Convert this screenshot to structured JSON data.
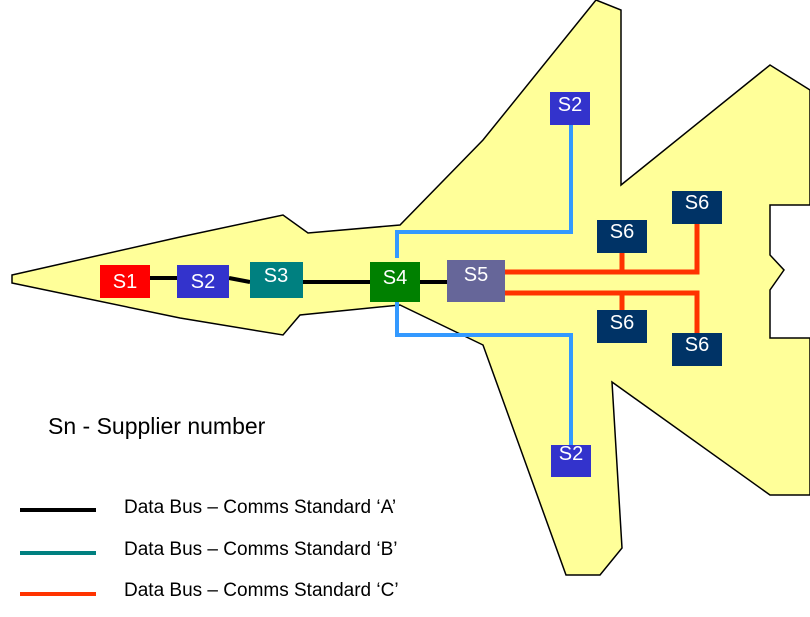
{
  "colors": {
    "fuselage_fill": "#FFFF99",
    "fuselage_stroke": "#000000",
    "bus_a": "#000000",
    "bus_b": "#008080",
    "bus_c": "#FF3300",
    "bus_blue": "#3399FF",
    "s1": "#FF0000",
    "s2": "#3333CC",
    "s3": "#008080",
    "s4": "#008000",
    "s5": "#666699",
    "s6": "#003366"
  },
  "suppliers": {
    "s1": "S1",
    "s2_nose": "S2",
    "s3": "S3",
    "s4": "S4",
    "s5": "S5",
    "s2_top": "S2",
    "s2_bottom": "S2",
    "s6_upper_inner": "S6",
    "s6_upper_outer": "S6",
    "s6_lower_inner": "S6",
    "s6_lower_outer": "S6"
  },
  "legend": {
    "caption": "Sn - Supplier number",
    "items": [
      {
        "label": "Data Bus – Comms Standard ‘A’",
        "color": "#000000"
      },
      {
        "label": "Data Bus – Comms Standard ‘B’",
        "color": "#008080"
      },
      {
        "label": "Data Bus – Comms Standard ‘C’",
        "color": "#FF3300"
      }
    ]
  }
}
